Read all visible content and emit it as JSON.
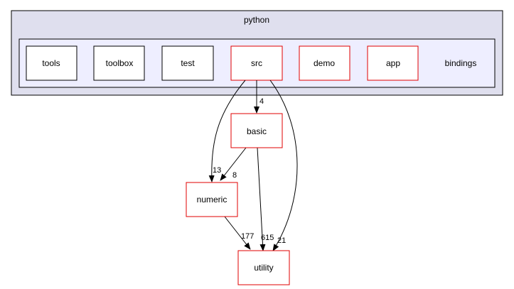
{
  "diagram": {
    "outer_cluster": {
      "label": "python",
      "fill": "#dfdfee",
      "stroke": "#000000"
    },
    "inner_cluster": {
      "label": "bindings",
      "fill": "#eeeeff",
      "stroke": "#000000"
    },
    "nodes": {
      "tools": {
        "label": "tools",
        "border": "#000000"
      },
      "toolbox": {
        "label": "toolbox",
        "border": "#000000"
      },
      "test": {
        "label": "test",
        "border": "#000000"
      },
      "src": {
        "label": "src",
        "border": "#e00000"
      },
      "demo": {
        "label": "demo",
        "border": "#e00000"
      },
      "app": {
        "label": "app",
        "border": "#e00000"
      },
      "basic": {
        "label": "basic",
        "border": "#e00000"
      },
      "numeric": {
        "label": "numeric",
        "border": "#e00000"
      },
      "utility": {
        "label": "utility",
        "border": "#e00000"
      }
    },
    "edges": [
      {
        "from": "src",
        "to": "basic",
        "label": "4"
      },
      {
        "from": "src",
        "to": "numeric",
        "label": "13"
      },
      {
        "from": "src",
        "to": "utility",
        "label": "21"
      },
      {
        "from": "basic",
        "to": "numeric",
        "label": "8"
      },
      {
        "from": "basic",
        "to": "utility",
        "label": "615"
      },
      {
        "from": "numeric",
        "to": "utility",
        "label": "177"
      }
    ]
  }
}
